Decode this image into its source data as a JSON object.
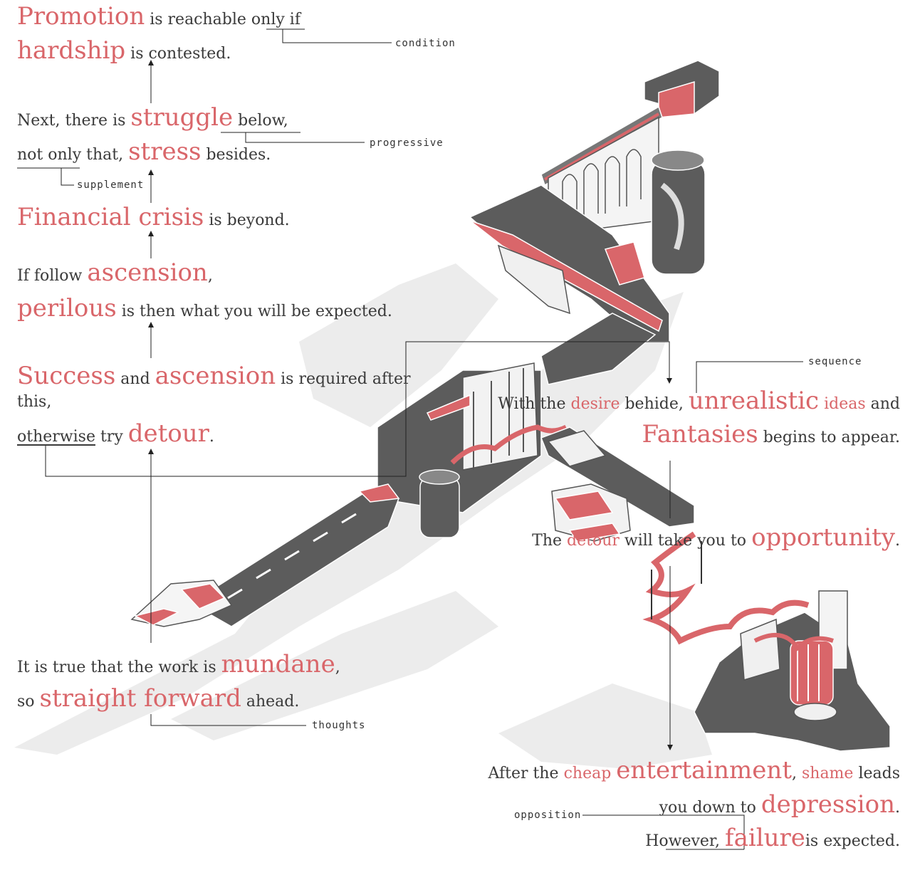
{
  "colors": {
    "accent": "#d9666a",
    "text": "#3a3a3a",
    "building": "#5c5c5c",
    "shadow": "#e6e6e6"
  },
  "left": {
    "l1": {
      "a": "Promotion",
      "b": " is reachable only ",
      "c": "if"
    },
    "l2": {
      "a": "hardship",
      "b": " is contested."
    },
    "l3": {
      "a": "Next, there is ",
      "b": "struggle",
      "c": " below,"
    },
    "l4": {
      "a": "not only that, ",
      "b": "stress",
      "c": " besides."
    },
    "l5": {
      "a": "Financial crisis",
      "b": " is beyond."
    },
    "l6": {
      "a": "If follow ",
      "b": "ascension",
      "c": ","
    },
    "l7": {
      "a": "perilous",
      "b": " is then what you will be expected."
    },
    "l8": {
      "a": "Success",
      "b": " and ",
      "c": "ascension",
      "d": " is required after"
    },
    "l9": "this,",
    "l10": {
      "a": "otherwise",
      "b": " try ",
      "c": "detour",
      "d": "."
    },
    "l11": {
      "a": "It is true that the work is ",
      "b": "mundane",
      "c": ","
    },
    "l12": {
      "a": "so ",
      "b": "straight forward",
      "c": " ahead."
    }
  },
  "right": {
    "r1": {
      "a": "With the ",
      "b": "desire",
      "c": " behide, ",
      "d": "unrealistic",
      "e": " ",
      "f": "ideas",
      "g": " and"
    },
    "r2": {
      "a": "Fantasies",
      "b": " begins to appear."
    },
    "r3": {
      "a": "The ",
      "b": "detour",
      "c": " will take you to ",
      "d": "opportunity",
      "e": "."
    },
    "r4": {
      "a": "After the ",
      "b": "cheap",
      "c": " ",
      "d": "entertainment",
      "e": ", ",
      "f": "shame",
      "g": " leads"
    },
    "r5": {
      "a": "you down to ",
      "b": "depression",
      "c": "."
    },
    "r6": {
      "a": "However, ",
      "b": "failure",
      "c": "is expected."
    }
  },
  "annotations": {
    "condition": "condition",
    "progressive": "progressive",
    "supplement": "supplement",
    "sequence": "sequence",
    "thoughts": "thoughts",
    "opposition": "opposition"
  }
}
